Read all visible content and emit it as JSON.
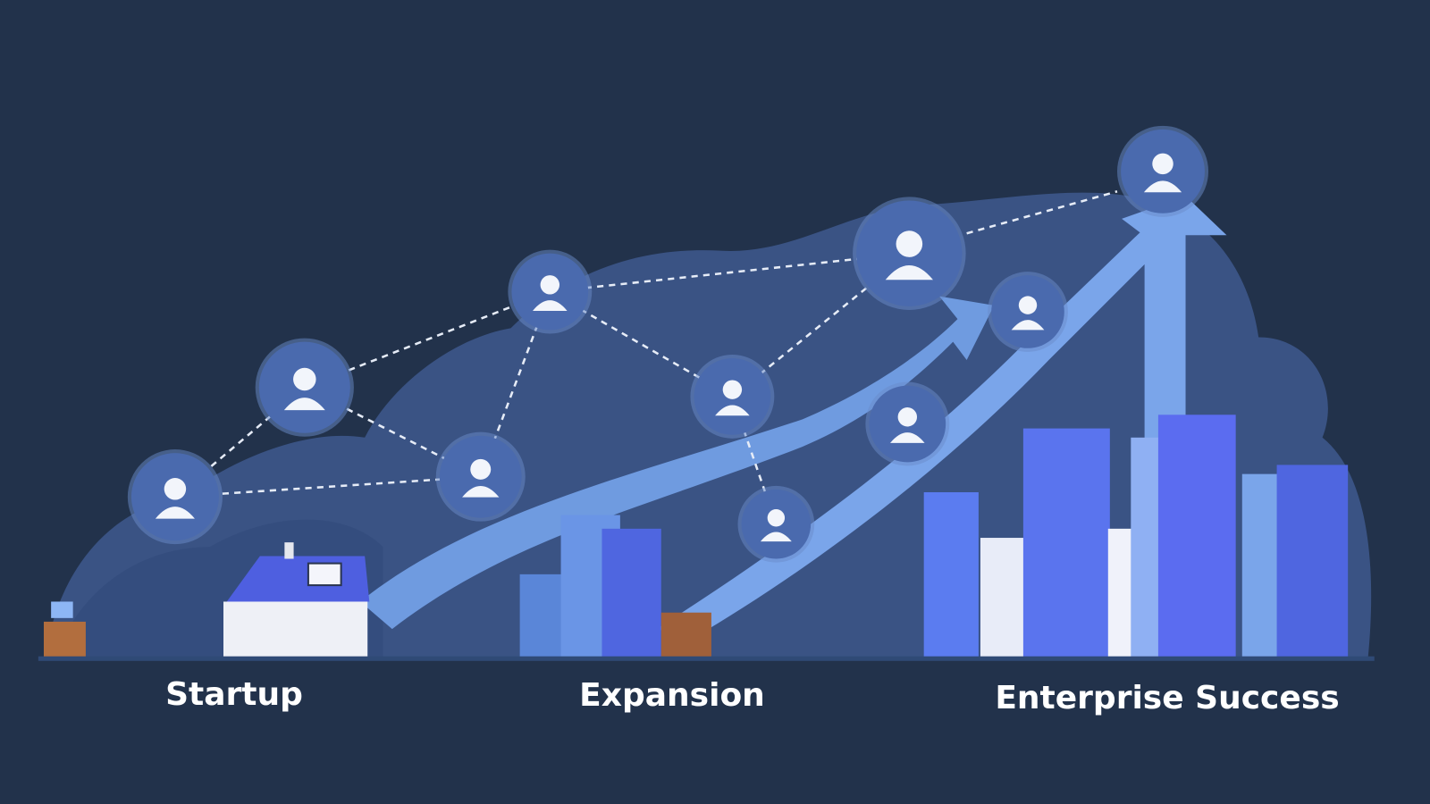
{
  "stages": [
    {
      "label": "Startup"
    },
    {
      "label": "Expansion"
    },
    {
      "label": "Enterprise Success"
    }
  ],
  "colors": {
    "background": "#22324b",
    "cloud": "#3f5a8c",
    "arrow": "#6f9be0",
    "node": "#4f71b5",
    "building": "#5b6cf0",
    "text": "#ffffff"
  },
  "icons": [
    "team-network-icon",
    "presentation-icon",
    "person-icon",
    "employee-icon",
    "documents-gear-icon",
    "meeting-icon",
    "lightbulb-icon",
    "ideas-icon",
    "support-agent-icon",
    "leader-icon"
  ]
}
